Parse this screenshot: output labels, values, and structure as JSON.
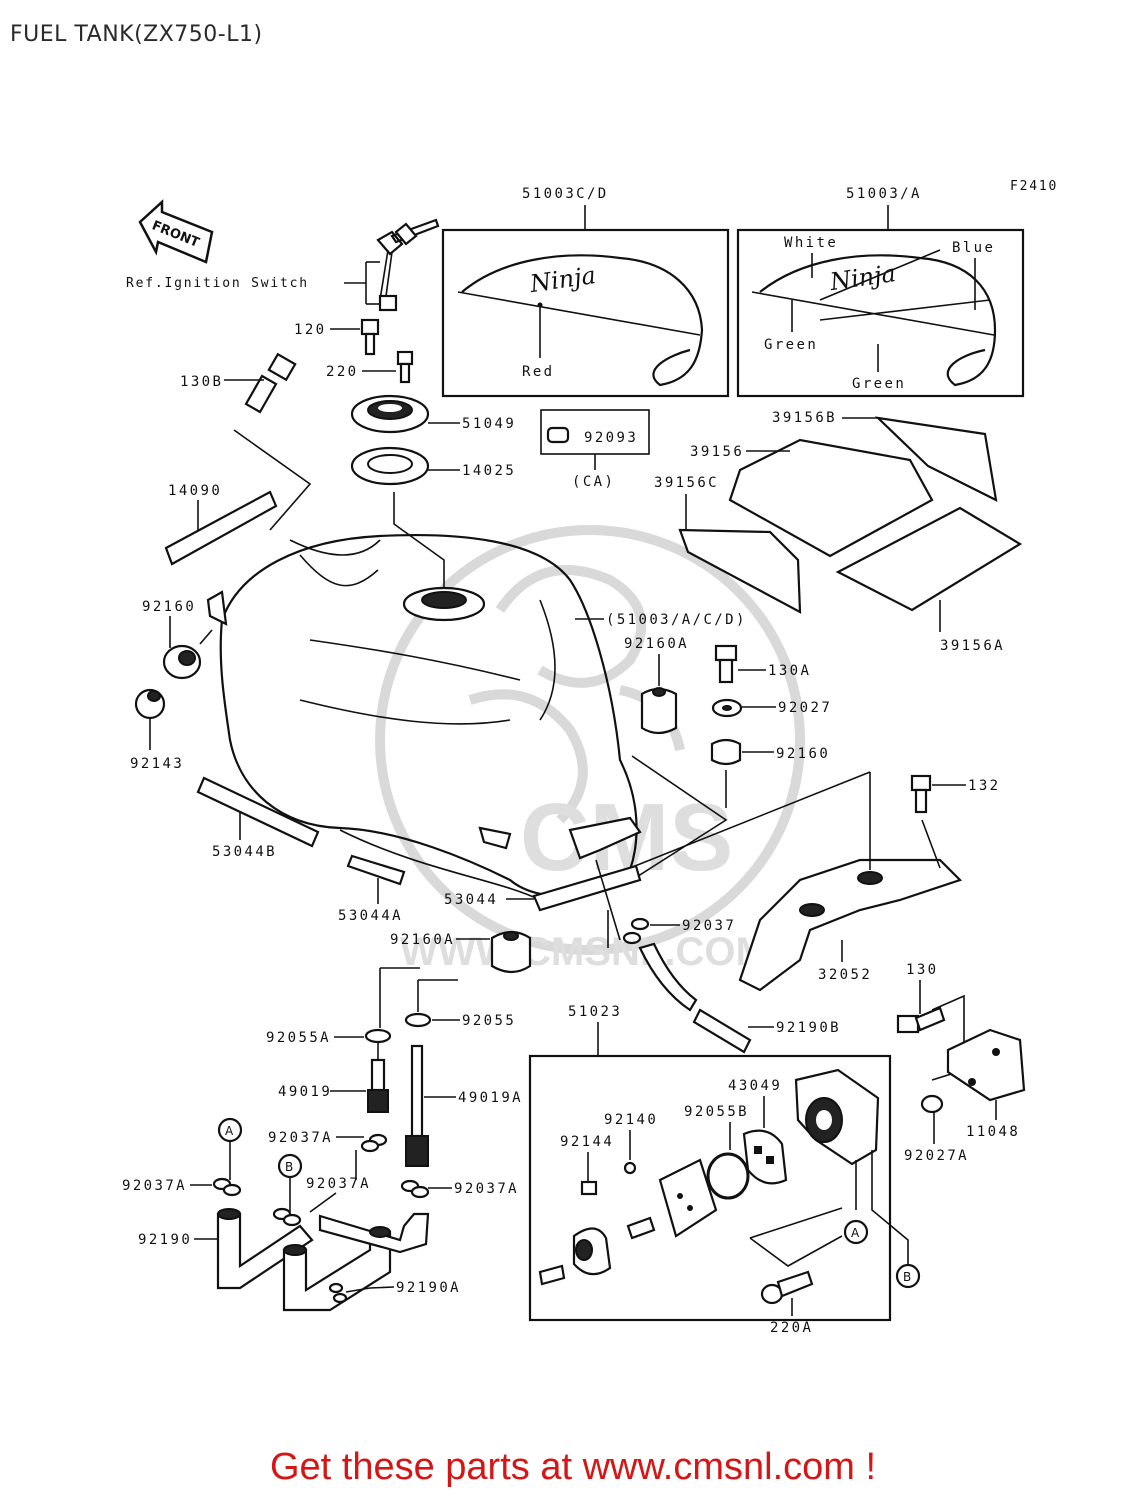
{
  "title": "FUEL TANK(ZX750-L1)",
  "figure_code": "F2410",
  "front_arrow": "FRONT",
  "ref_note": "Ref.Ignition Switch",
  "callouts": {
    "p51003cd": "51003C/D",
    "p51003a": "51003/A",
    "white": "White",
    "blue": "Blue",
    "red": "Red",
    "green1": "Green",
    "green2": "Green",
    "p120": "120",
    "p220": "220",
    "p130b": "130B",
    "p51049": "51049",
    "p14025": "14025",
    "p92093": "92093",
    "ca": "(CA)",
    "p39156b": "39156B",
    "p39156": "39156",
    "p39156c": "39156C",
    "p39156a": "39156A",
    "p14090": "14090",
    "p92160_l": "92160",
    "p92143": "92143",
    "p51003acd": "(51003/A/C/D)",
    "p92160a_r": "92160A",
    "p130a": "130A",
    "p92027": "92027",
    "p92160_r": "92160",
    "p132": "132",
    "p53044b": "53044B",
    "p53044a": "53044A",
    "p53044": "53044",
    "p92037": "92037",
    "p92160a_l": "92160A",
    "p32052": "32052",
    "p130": "130",
    "p92055a": "92055A",
    "p92055": "92055",
    "p51023": "51023",
    "p92190b": "92190B",
    "p49019": "49019",
    "p49019a": "49019A",
    "p43049": "43049",
    "p92140": "92140",
    "p92055b": "92055B",
    "p92144": "92144",
    "p11048": "11048",
    "p92037a_1": "92037A",
    "p92037a_2": "92037A",
    "p92037a_3": "92037A",
    "p92037a_4": "92037A",
    "p92027a": "92027A",
    "p92190": "92190",
    "p92190a": "92190A",
    "p220a": "220A",
    "ca_a": "A",
    "ca_b": "B",
    "cb_a": "A",
    "cb_b": "B"
  },
  "badges": {
    "tank_name": "Ninja"
  },
  "watermark": {
    "brand": "CMS",
    "url": "WWW.CMSNL.COM"
  },
  "promo": "Get these parts at www.cmsnl.com !"
}
